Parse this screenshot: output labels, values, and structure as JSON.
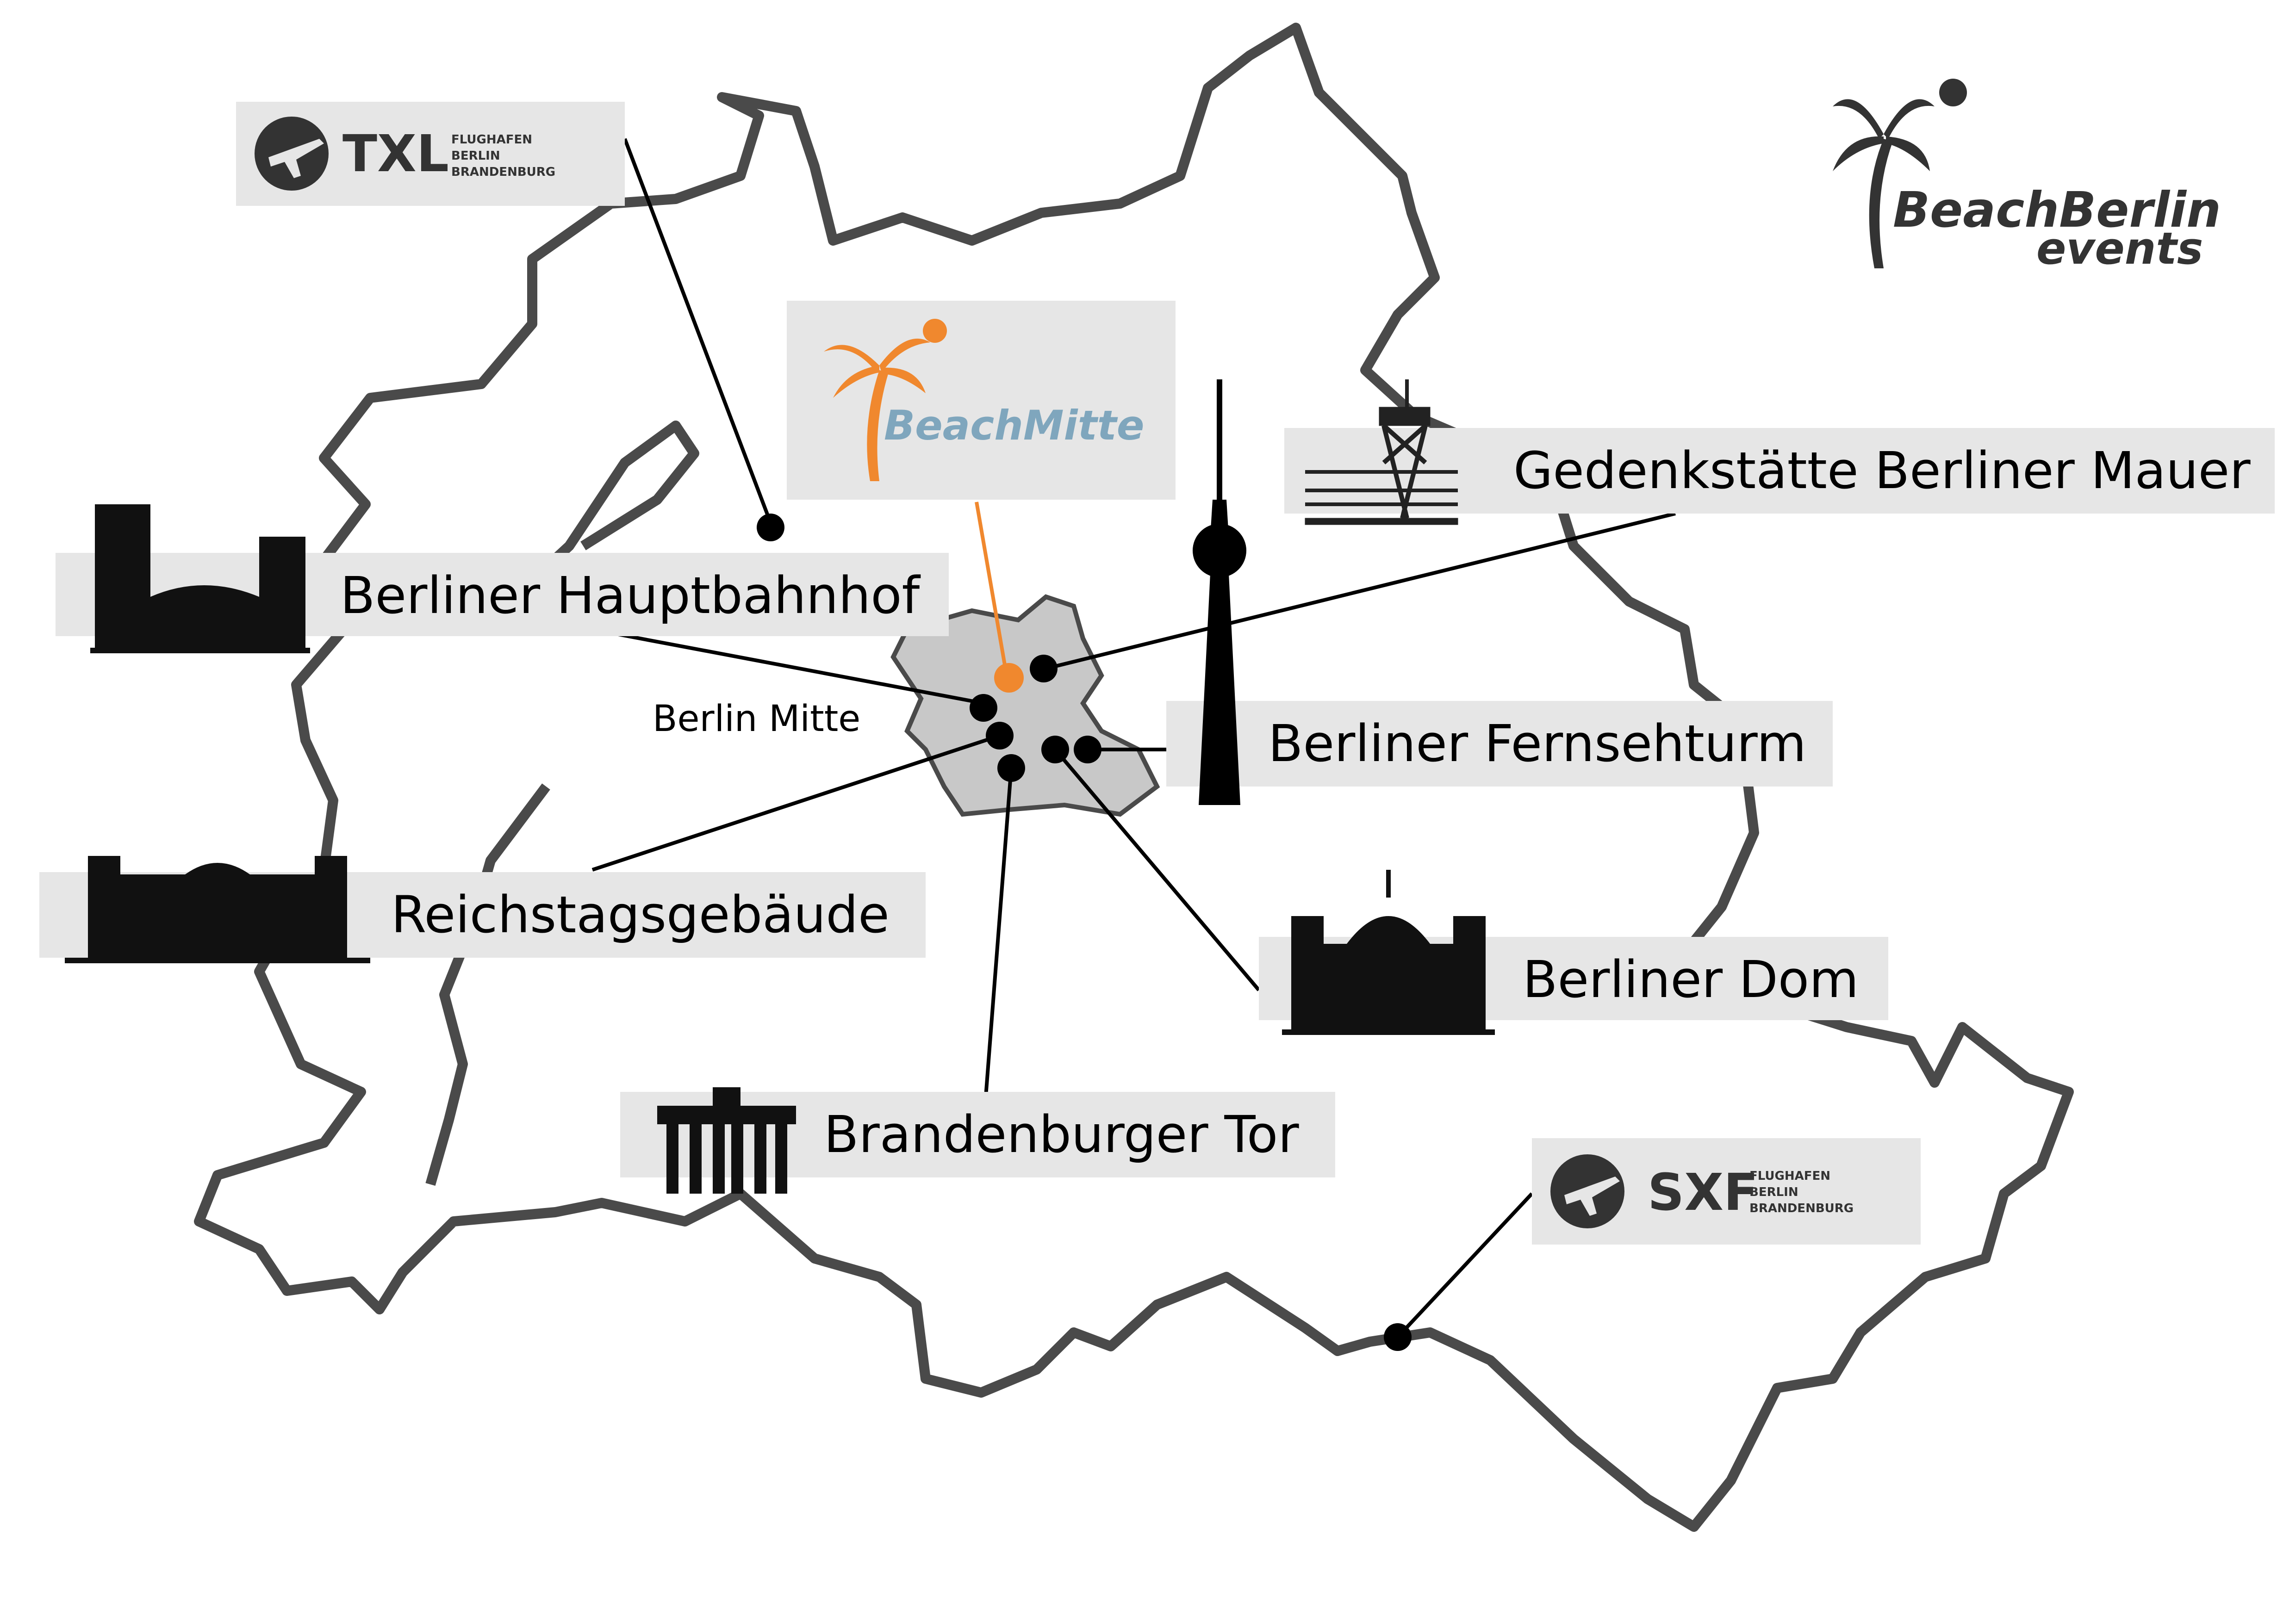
{
  "brand": {
    "name_line1": "BeachBerlin",
    "name_line2": "events"
  },
  "venue": {
    "name": "BeachMitte",
    "accent": "#f0882e"
  },
  "district_label": "Berlin Mitte",
  "airports": [
    {
      "code": "TXL",
      "line1": "FLUGHAFEN",
      "line2": "BERLIN",
      "line3": "BRANDENBURG",
      "icon": "plane-icon"
    },
    {
      "code": "SXF",
      "line1": "FLUGHAFEN",
      "line2": "BERLIN",
      "line3": "BRANDENBURG",
      "icon": "plane-icon"
    }
  ],
  "landmarks": [
    {
      "name": "Berliner Hauptbahnhof",
      "icon": "station-building-icon"
    },
    {
      "name": "Gedenkstätte Berliner Mauer",
      "icon": "watchtower-icon"
    },
    {
      "name": "Berliner Fernsehturm",
      "icon": "tv-tower-icon"
    },
    {
      "name": "Reichstagsgebäude",
      "icon": "reichstag-icon"
    },
    {
      "name": "Berliner Dom",
      "icon": "cathedral-icon"
    },
    {
      "name": "Brandenburger Tor",
      "icon": "gate-icon"
    }
  ],
  "colors": {
    "outline": "#4a4a4a",
    "label_bg": "#e6e6e6",
    "district_fill": "#c8c8c8",
    "marker": "#000000"
  }
}
